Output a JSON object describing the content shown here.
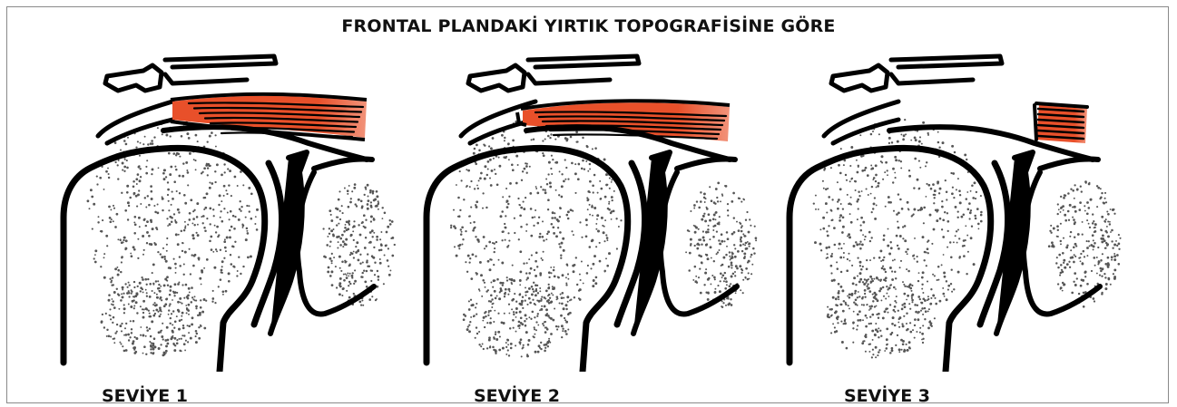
{
  "figure": {
    "title": "FRONTAL PLANDAKİ YIRTIK TOPOGRAFİSİNE GÖRE",
    "colors": {
      "outline": "#000000",
      "tendon": "#e8502a",
      "tendon_light": "#f2937a",
      "trabecular": "#555555",
      "frame": "#8a8a8a"
    }
  },
  "panels": [
    {
      "label": "SEVİYE 1",
      "tear": "full"
    },
    {
      "label": "SEVİYE 2",
      "tear": "partial"
    },
    {
      "label": "SEVİYE 3",
      "tear": "retracted"
    }
  ]
}
